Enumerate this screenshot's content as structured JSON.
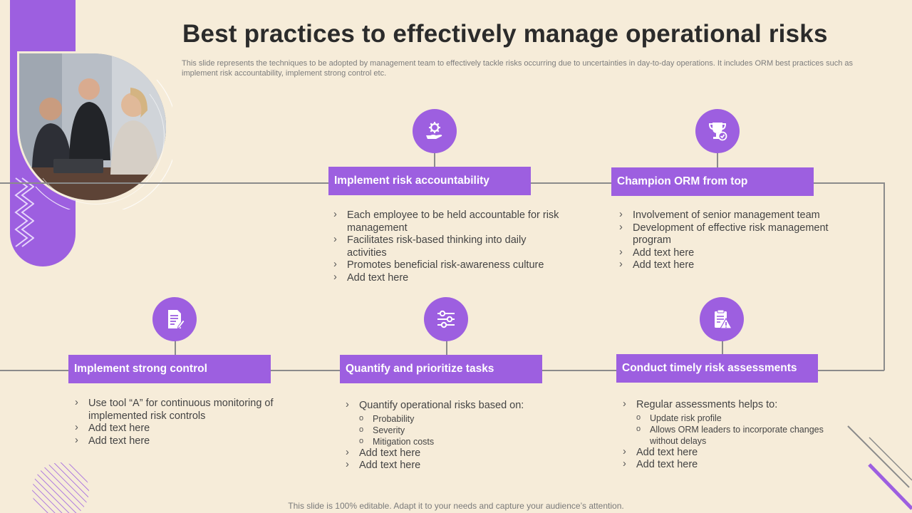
{
  "slide": {
    "title": "Best practices to effectively manage operational risks",
    "subtitle": "This slide represents the techniques to be adopted by management team to effectively tackle risks occurring due to uncertainties in day-to-day operations. It includes ORM best practices such as implement risk accountability, implement strong control etc.",
    "footer": "This slide is 100% editable. Adapt it to your needs and capture your audience’s attention."
  },
  "colors": {
    "accent": "#9d5fe0",
    "background": "#f6ecd9",
    "line": "#8b8b8b"
  },
  "practices": {
    "risk_accountability": {
      "label": "Implement risk accountability",
      "icon": "hand-gear-icon",
      "bullets": [
        "Each employee to be held accountable for risk management",
        "Facilitates risk-based thinking into daily activities",
        "Promotes beneficial risk-awareness culture",
        "Add text here"
      ]
    },
    "champion_orm": {
      "label": "Champion ORM from top",
      "icon": "trophy-check-icon",
      "bullets": [
        "Involvement of senior management team",
        "Development of effective risk management program",
        "Add text here",
        "Add text here"
      ]
    },
    "strong_control": {
      "label": "Implement strong control",
      "icon": "document-pen-icon",
      "bullets": [
        "Use tool “A” for continuous monitoring of implemented risk controls",
        "Add text here",
        "Add text here"
      ]
    },
    "quantify_tasks": {
      "label": "Quantify and prioritize tasks",
      "icon": "sliders-icon",
      "intro": "Quantify operational risks based on:",
      "sub": [
        "Probability",
        "Severity",
        "Mitigation costs"
      ],
      "bullets": [
        "Add text here",
        "Add text here"
      ]
    },
    "risk_assessments": {
      "label": "Conduct timely risk assessments",
      "icon": "clipboard-warning-icon",
      "intro": "Regular assessments helps to:",
      "sub": [
        "Update risk profile",
        "Allows ORM leaders to incorporate changes without delays"
      ],
      "bullets": [
        "Add text here",
        "Add text here"
      ]
    }
  }
}
